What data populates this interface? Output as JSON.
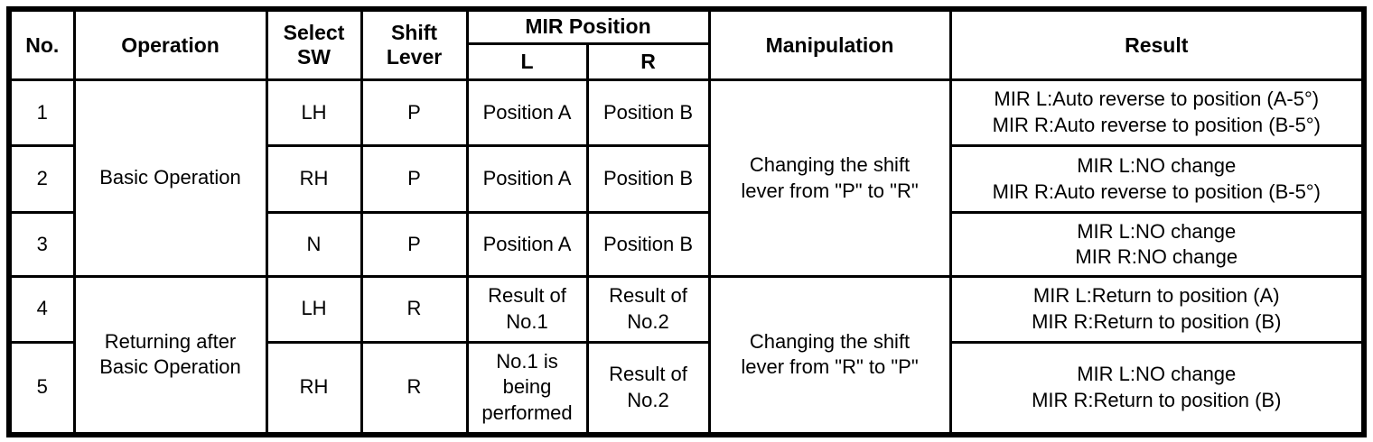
{
  "table": {
    "headers": {
      "no": "No.",
      "operation": "Operation",
      "select_sw": "Select\nSW",
      "shift_lever": "Shift\nLever",
      "mir_position": "MIR Position",
      "mir_l": "L",
      "mir_r": "R",
      "manipulation": "Manipulation",
      "result": "Result"
    },
    "groups": [
      {
        "operation": "Basic Operation",
        "manipulation": "Changing the shift\nlever from \"P\" to \"R\""
      },
      {
        "operation": "Returning after\nBasic Operation",
        "manipulation": "Changing the shift\nlever from \"R\" to \"P\""
      }
    ],
    "rows": [
      {
        "no": "1",
        "select_sw": "LH",
        "shift_lever": "P",
        "mir_l": "Position A",
        "mir_r": "Position B",
        "result": "MIR L:Auto reverse to position (A-5°)\nMIR R:Auto reverse to position (B-5°)"
      },
      {
        "no": "2",
        "select_sw": "RH",
        "shift_lever": "P",
        "mir_l": "Position A",
        "mir_r": "Position B",
        "result": "MIR L:NO change\nMIR R:Auto reverse to position (B-5°)"
      },
      {
        "no": "3",
        "select_sw": "N",
        "shift_lever": "P",
        "mir_l": "Position A",
        "mir_r": "Position B",
        "result": "MIR L:NO change\nMIR R:NO change"
      },
      {
        "no": "4",
        "select_sw": "LH",
        "shift_lever": "R",
        "mir_l": "Result of\nNo.1",
        "mir_r": "Result of\nNo.2",
        "result": "MIR L:Return to position (A)\nMIR R:Return to position (B)"
      },
      {
        "no": "5",
        "select_sw": "RH",
        "shift_lever": "R",
        "mir_l": "No.1 is\nbeing\nperformed",
        "mir_r": "Result of\nNo.2",
        "result": "MIR L:NO change\nMIR R:Return to position (B)"
      }
    ]
  }
}
